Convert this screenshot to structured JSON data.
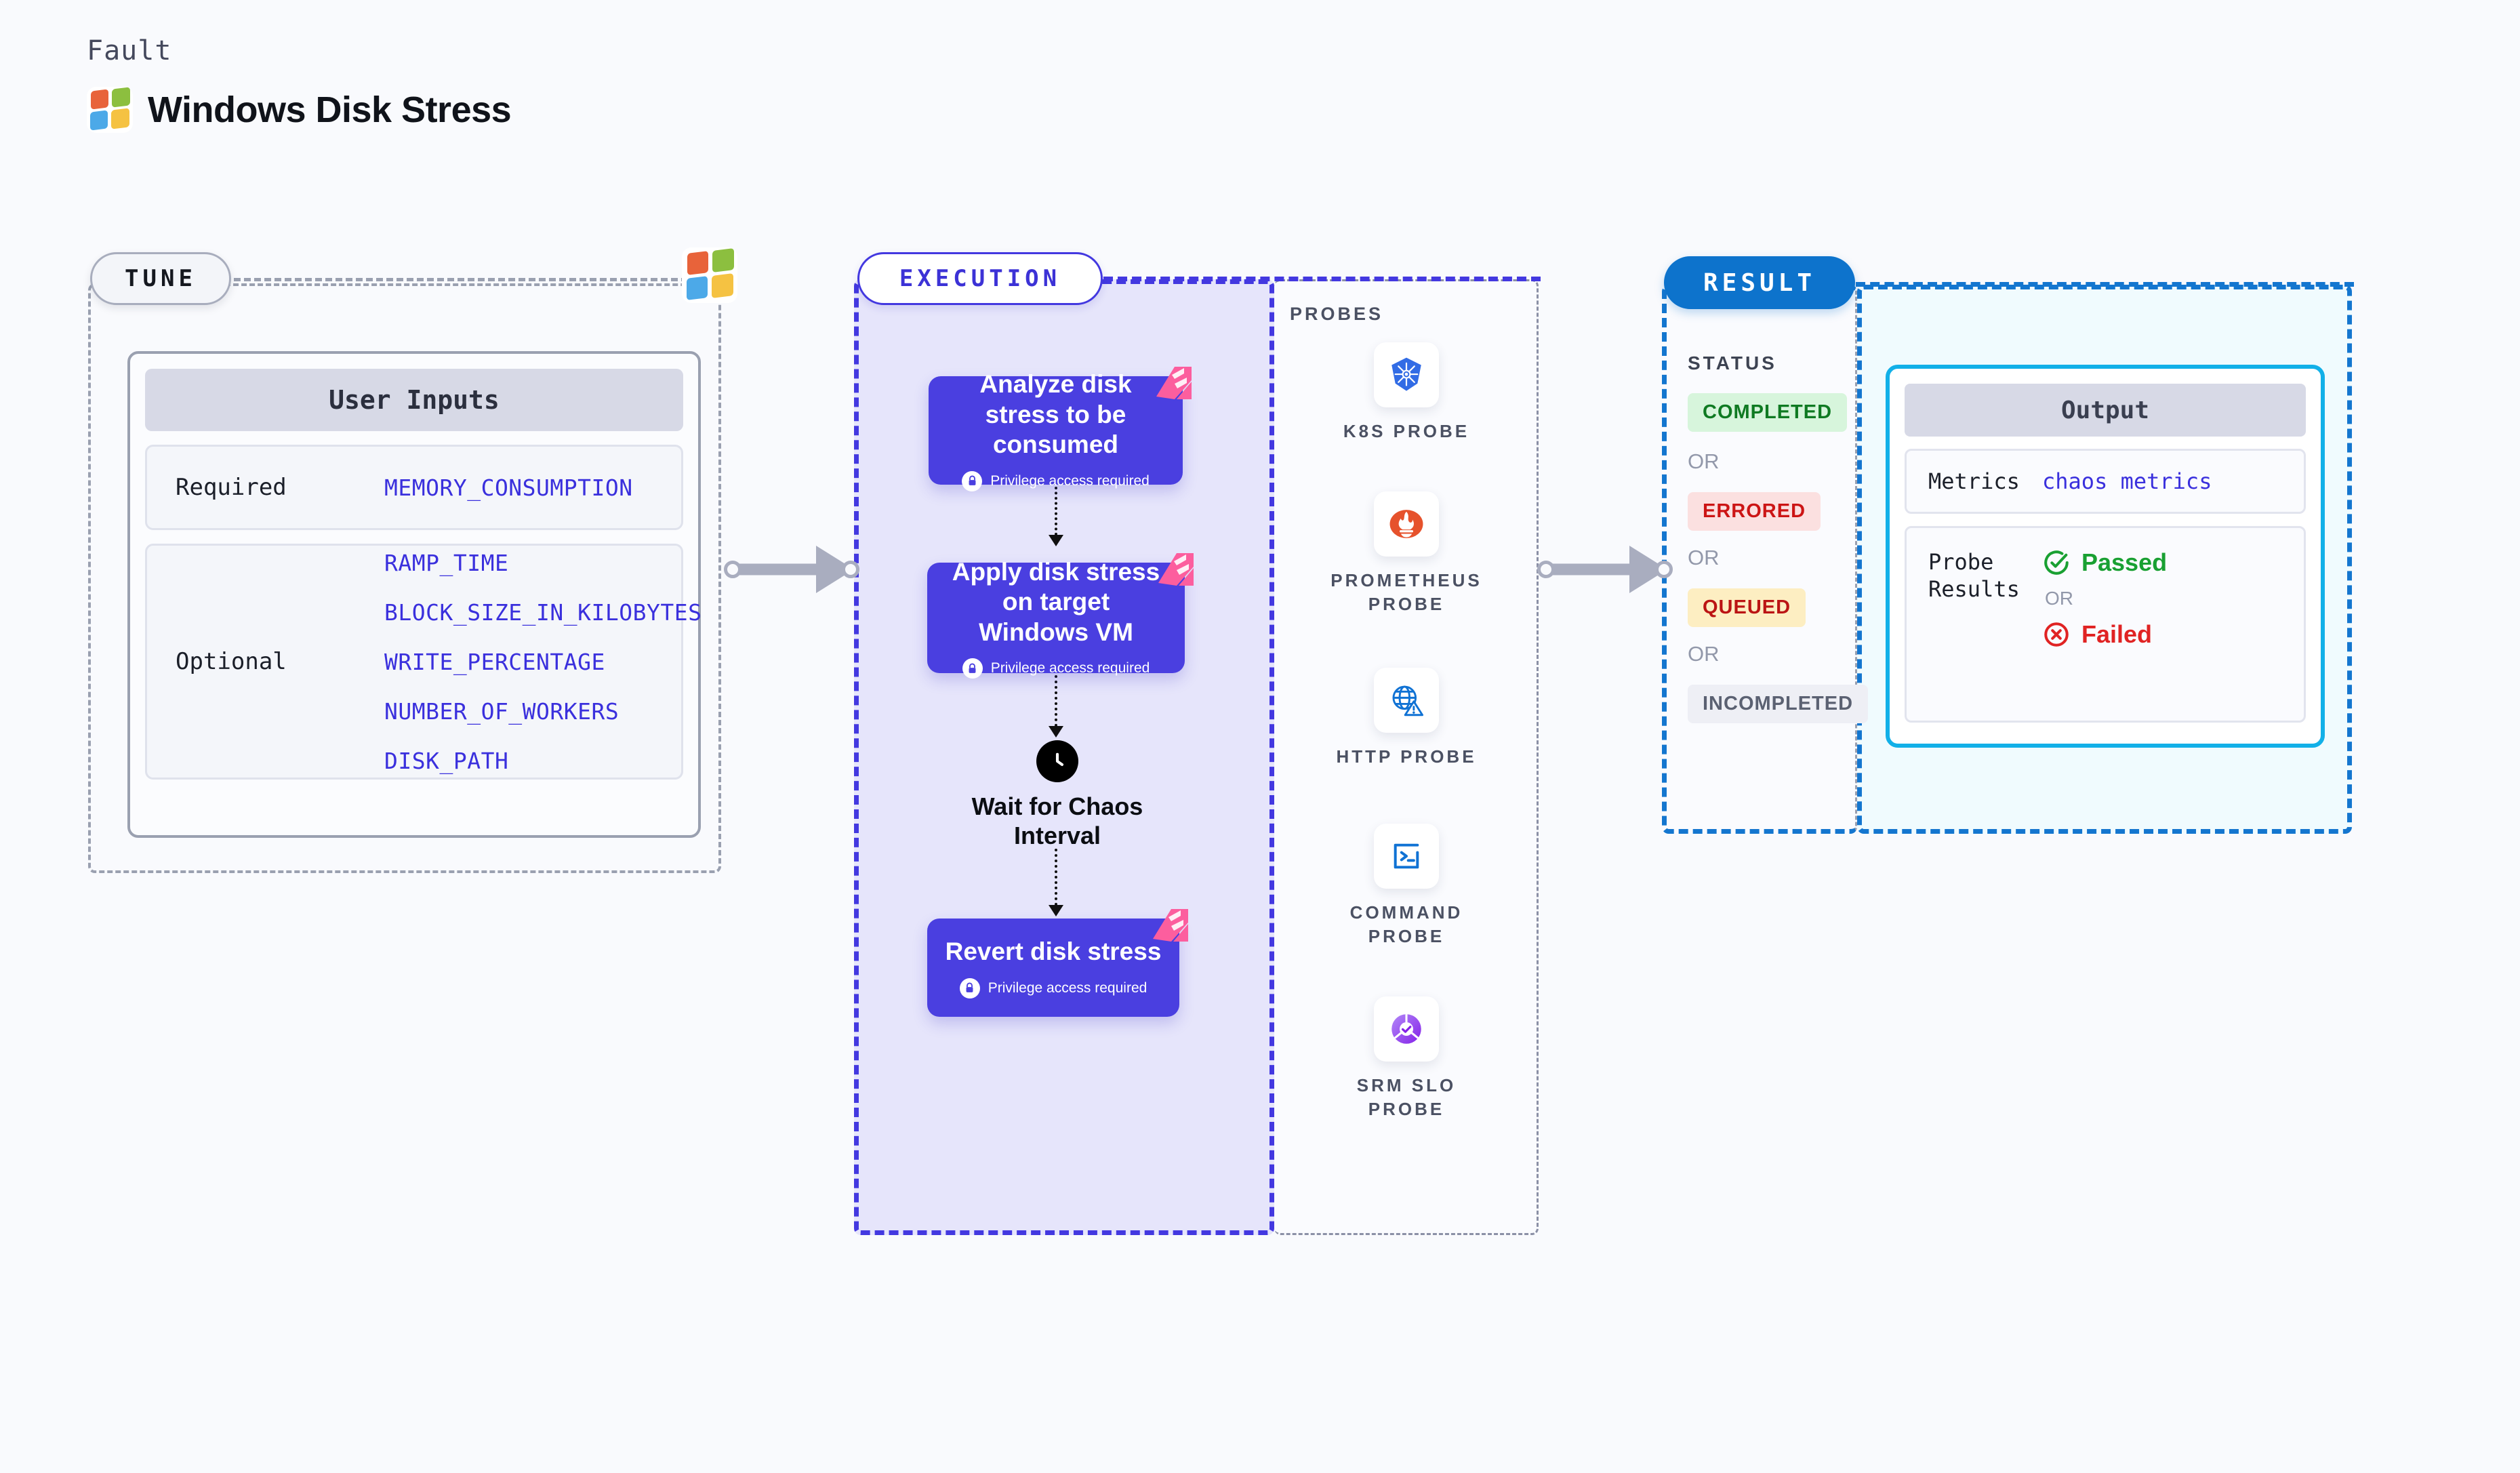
{
  "header": {
    "kicker": "Fault",
    "title": "Windows Disk Stress",
    "logo_icon": "windows-logo-icon"
  },
  "stages": {
    "tune": {
      "label": "TUNE"
    },
    "execution": {
      "label": "EXECUTION"
    },
    "result": {
      "label": "RESULT"
    }
  },
  "tune": {
    "card_title": "User Inputs",
    "required": {
      "label": "Required",
      "values": [
        "MEMORY_CONSUMPTION"
      ]
    },
    "optional": {
      "label": "Optional",
      "values": [
        "RAMP_TIME",
        "BLOCK_SIZE_IN_KILOBYTES",
        "WRITE_PERCENTAGE",
        "NUMBER_OF_WORKERS",
        "DISK_PATH"
      ]
    }
  },
  "execution": {
    "steps": [
      {
        "title": "Analyze disk stress to be consumed",
        "sub": "Privilege access required",
        "badge_icon": "lock-icon",
        "tag_icon": "harness-tag-icon"
      },
      {
        "title": "Apply disk stress on target Windows VM",
        "sub": "Privilege access required",
        "badge_icon": "lock-icon",
        "tag_icon": "harness-tag-icon"
      },
      {
        "title": "Revert disk stress",
        "sub": "Privilege access required",
        "badge_icon": "lock-icon",
        "tag_icon": "harness-tag-icon"
      }
    ],
    "wait_node": {
      "label": "Wait for Chaos Interval",
      "icon": "clock-icon"
    }
  },
  "probes": {
    "title": "PROBES",
    "items": [
      {
        "label": "K8S PROBE",
        "icon": "kubernetes-icon"
      },
      {
        "label": "PROMETHEUS PROBE",
        "icon": "prometheus-icon"
      },
      {
        "label": "HTTP PROBE",
        "icon": "http-globe-icon"
      },
      {
        "label": "COMMAND PROBE",
        "icon": "terminal-icon"
      },
      {
        "label": "SRM SLO PROBE",
        "icon": "srm-slo-icon"
      }
    ]
  },
  "result": {
    "status_title": "STATUS",
    "or_label": "OR",
    "badges": [
      {
        "label": "COMPLETED",
        "color": "#0f7a22",
        "bg": "#d7f5dc"
      },
      {
        "label": "ERRORED",
        "color": "#cc1515",
        "bg": "#fbe0e0"
      },
      {
        "label": "QUEUED",
        "color": "#bb1414",
        "bg": "#fdeec2"
      },
      {
        "label": "INCOMPLETED",
        "color": "#5b6172",
        "bg": "#eeeff5"
      }
    ],
    "output": {
      "title": "Output",
      "metrics_label": "Metrics",
      "metrics_value": "chaos metrics",
      "probe_results_label": "Probe Results",
      "passed_label": "Passed",
      "failed_label": "Failed",
      "or_label": "OR",
      "passed_icon": "check-circle-icon",
      "failed_icon": "x-circle-icon"
    }
  },
  "colors": {
    "page_bg": "#f9fafd",
    "execution_accent": "#4338e0",
    "execution_bg": "#e6e5fb",
    "result_accent": "#1476cf",
    "result_bg": "#f0fbfe",
    "output_border": "#12b0e8",
    "step_card": "#4a3fe0",
    "value_text": "#3a30dd",
    "tag_pink": "#fc5e9e"
  }
}
